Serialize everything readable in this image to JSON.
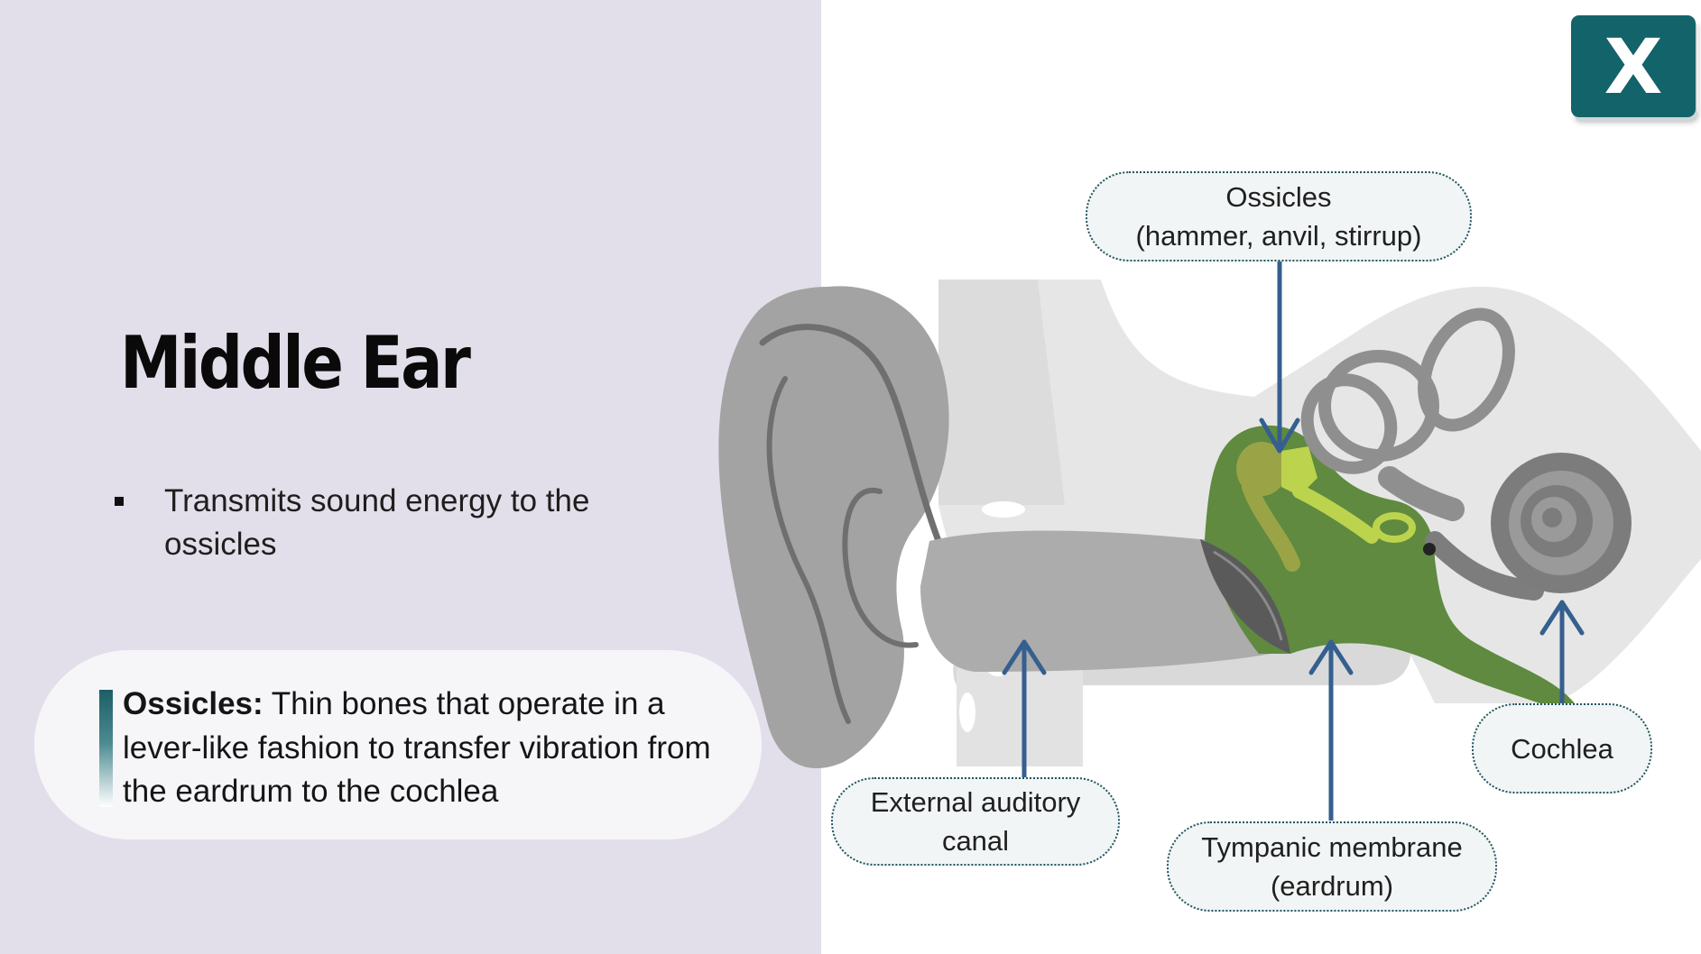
{
  "slide": {
    "title": "Middle Ear",
    "bullets": [
      {
        "text": "Transmits sound energy to the ossicles"
      }
    ],
    "callout": {
      "term": "Ossicles:",
      "definition": "Thin bones that operate in a lever-like fashion to transfer vibration from the eardrum to the cochlea"
    },
    "close_button": {
      "label": "X"
    }
  },
  "diagram": {
    "labels": {
      "ossicles": {
        "line1": "Ossicles",
        "line2": "(hammer, anvil, stirrup)"
      },
      "external_canal": {
        "line1": "External auditory",
        "line2": "canal"
      },
      "tympanic": {
        "line1": "Tympanic membrane",
        "line2": "(eardrum)"
      },
      "cochlea": {
        "line1": "Cochlea"
      }
    },
    "colors": {
      "middle_ear": "#5f8a3f",
      "ossicles": "#b8d04a",
      "arrow": "#355f8f",
      "outer_ear": "#9c9c9c"
    }
  },
  "theme": {
    "left_panel_bg": "#e3dfea",
    "accent": "#13636a"
  }
}
